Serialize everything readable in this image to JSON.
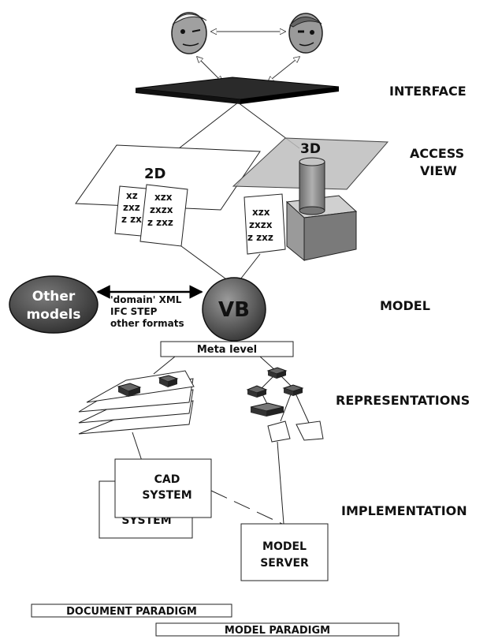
{
  "labels": {
    "interface": "INTERFACE",
    "access_view_line1": "ACCESS",
    "access_view_line2": "VIEW",
    "model": "MODEL",
    "representations": "REPRESENTATIONS",
    "implementation": "IMPLEMENTATION"
  },
  "views": {
    "view_2d": "2D",
    "view_3d": "3D"
  },
  "doc_text": {
    "line1": "xzx",
    "line2": "zxzx",
    "line3": "z zxz",
    "partial1": "xz",
    "partial2": "zxz",
    "partial3": "z zx"
  },
  "model": {
    "vb": "VB",
    "other_models_line1": "Other",
    "other_models_line2": "models",
    "format1": "'domain' XML",
    "format2": "IFC STEP",
    "format3": "other formats",
    "meta_level": "Meta level"
  },
  "implementation": {
    "cad_line1": "CAD",
    "cad_line2": "SYSTEM",
    "cad_back": "SYSTEM",
    "server_line1": "MODEL",
    "server_line2": "SERVER"
  },
  "paradigms": {
    "document": "DOCUMENT PARADIGM",
    "model": "MODEL PARADIGM"
  },
  "colors": {
    "vb_fill": "#555555",
    "other_models_fill": "#4a4a4a",
    "interface_plate": "#1b1b1b",
    "plane_3d": "#b8b8b8",
    "cylinder": "#8a8a8a"
  }
}
